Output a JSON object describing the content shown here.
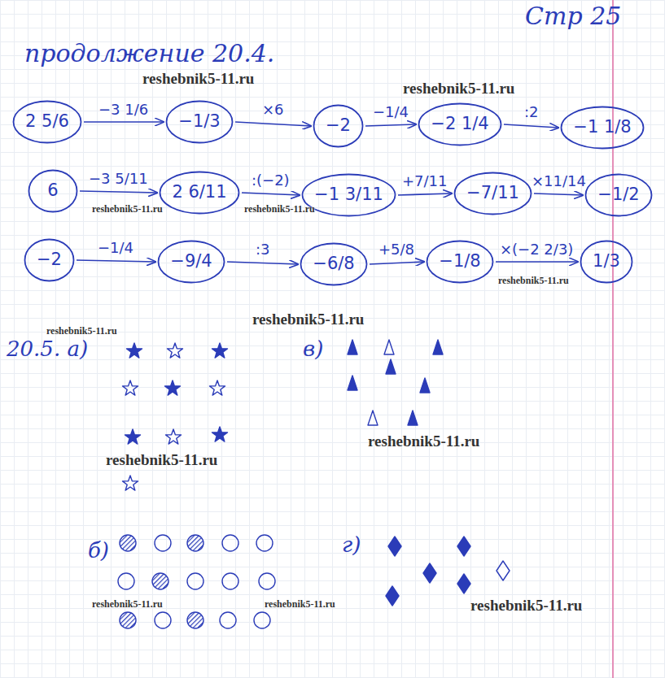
{
  "diagram": {
    "nodes": [
      {
        "text": [
          "2 5/6"
        ]
      },
      {
        "text": [
          "−1/3"
        ]
      },
      {
        "text": [
          "−2"
        ]
      },
      {
        "text": [
          "−2 1/4"
        ]
      },
      {
        "text": [
          "−1 1/8"
        ]
      },
      {
        "text": [
          "6"
        ]
      },
      {
        "text": [
          "2 6/11"
        ]
      },
      {
        "text": [
          "−1 3/11"
        ]
      },
      {
        "text": [
          "−7/11"
        ]
      },
      {
        "text": [
          "−1/2"
        ]
      },
      {
        "text": [
          "−2"
        ]
      },
      {
        "text": [
          "−9/4"
        ]
      },
      {
        "text": [
          "−6/8"
        ]
      },
      {
        "text": [
          "−1/8"
        ]
      },
      {
        "text": [
          "1/3"
        ]
      }
    ],
    "edges": [
      {
        "from": 0,
        "to": 1,
        "label": "−3 1/6",
        "arrow": "to"
      },
      {
        "from": 1,
        "to": 2,
        "label": "×6",
        "arrow": "to"
      },
      {
        "from": 2,
        "to": 3,
        "label": "−1/4",
        "arrow": "to"
      },
      {
        "from": 3,
        "to": 4,
        "label": ":2",
        "arrow": "to"
      },
      {
        "from": 5,
        "to": 6,
        "label": "−3 5/11",
        "arrow": "to"
      },
      {
        "from": 6,
        "to": 7,
        "label": ":(−2)",
        "arrow": "to"
      },
      {
        "from": 7,
        "to": 8,
        "label": "+7/11",
        "arrow": "to"
      },
      {
        "from": 8,
        "to": 9,
        "label": "×11/14",
        "arrow": "to"
      },
      {
        "from": 10,
        "to": 11,
        "label": "−1/4",
        "arrow": "to"
      },
      {
        "from": 11,
        "to": 12,
        "label": ":3",
        "arrow": "to"
      },
      {
        "from": 12,
        "to": 13,
        "label": "+5/8",
        "arrow": "to"
      },
      {
        "from": 13,
        "to": 14,
        "label": "×(−2 2/3)",
        "arrow": "to"
      }
    ],
    "labels": [
      "Стр 25",
      "продолжение 20.4.",
      "reshebnik5-11.ru",
      "reshebnik5-11.ru",
      "reshebnik5-11.ru",
      "reshebnik5-11.ru",
      "reshebnik5-11.ru",
      "reshebnik5-11.ru",
      "reshebnik5-11.ru",
      "20.5. а)",
      "в)",
      "reshebnik5-11.ru",
      "reshebnik5-11.ru",
      "б)",
      "г)",
      "reshebnik5-11.ru",
      "reshebnik5-11.ru",
      "reshebnik5-11.ru"
    ]
  }
}
